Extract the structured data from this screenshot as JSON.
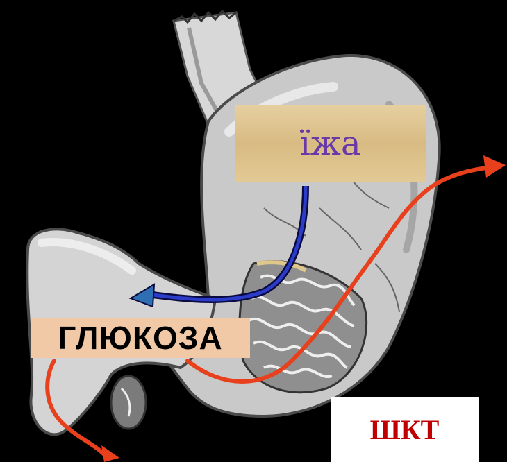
{
  "labels": {
    "food": "їжа",
    "glucose": "ГЛЮКОЗА",
    "gi_tract": "ШКТ"
  },
  "colors": {
    "background": "#000000",
    "food_text": "#6a39a8",
    "glucose_bg": "#f1c9a6",
    "gi_text": "#c00000",
    "blue_arrow": "#1a2a9c",
    "red_arrow": "#e8401c"
  },
  "icons": {
    "organ": "stomach-illustration",
    "food_to_glucose": "blue-curved-arrow",
    "absorption_path": "red-wavy-arrow"
  }
}
